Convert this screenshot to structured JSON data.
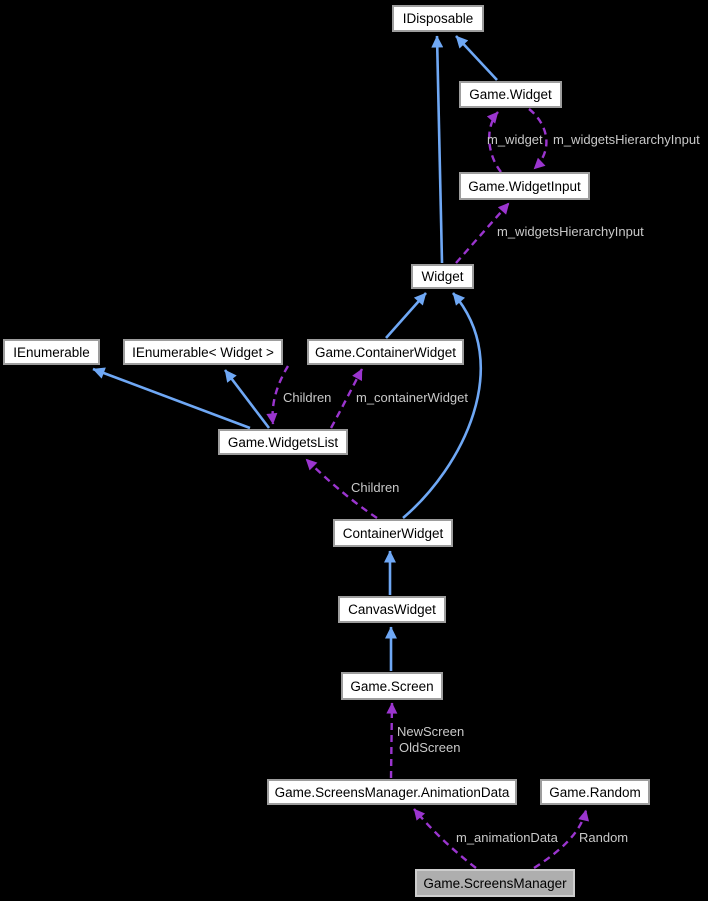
{
  "diagram": {
    "type": "collaboration-diagram",
    "focus_node": "Game.ScreensManager",
    "background_color": "#000000",
    "colors": {
      "inheritance_edge_blue": "#6fa8f5",
      "collaboration_edge_purple": "#9b35cf",
      "edge_label_gray": "#c9c9c9",
      "node_fill": "#ffffff",
      "node_border": "#9d9d9d",
      "node_text": "#000000",
      "highlight_node_fill": "#aeaeae",
      "highlight_node_border": "#cdcdcd"
    },
    "nodes": [
      {
        "id": "idisposable",
        "label": "IDisposable"
      },
      {
        "id": "game-widget",
        "label": "Game.Widget"
      },
      {
        "id": "game-widgetinput",
        "label": "Game.WidgetInput"
      },
      {
        "id": "widget",
        "label": "Widget"
      },
      {
        "id": "ienumerable",
        "label": "IEnumerable"
      },
      {
        "id": "ienumerable-widget",
        "label": "IEnumerable< Widget >"
      },
      {
        "id": "game-containerwidget",
        "label": "Game.ContainerWidget"
      },
      {
        "id": "game-widgetslist",
        "label": "Game.WidgetsList"
      },
      {
        "id": "containerwidget",
        "label": "ContainerWidget"
      },
      {
        "id": "canvaswidget",
        "label": "CanvasWidget"
      },
      {
        "id": "game-screen",
        "label": "Game.Screen"
      },
      {
        "id": "game-screensmanager-animationdata",
        "label": "Game.ScreensManager.AnimationData"
      },
      {
        "id": "game-random",
        "label": "Game.Random"
      },
      {
        "id": "game-screensmanager",
        "label": "Game.ScreensManager"
      }
    ],
    "edge_labels": [
      {
        "text": "m_widget"
      },
      {
        "text": "m_widgetsHierarchyInput"
      },
      {
        "text": "m_widgetsHierarchyInput"
      },
      {
        "text": "Children"
      },
      {
        "text": "m_containerWidget"
      },
      {
        "text": "Children"
      },
      {
        "text": "NewScreen"
      },
      {
        "text": "OldScreen"
      },
      {
        "text": "m_animationData"
      },
      {
        "text": "Random"
      }
    ],
    "edges": [
      {
        "from": "Widget",
        "to": "IDisposable",
        "kind": "inheritance"
      },
      {
        "from": "Game.Widget",
        "to": "IDisposable",
        "kind": "inheritance"
      },
      {
        "from": "Game.WidgetInput",
        "to": "Game.Widget",
        "kind": "usage",
        "label": "m_widget"
      },
      {
        "from": "Game.Widget",
        "to": "Game.WidgetInput",
        "kind": "usage",
        "label": "m_widgetsHierarchyInput"
      },
      {
        "from": "Widget",
        "to": "Game.WidgetInput",
        "kind": "usage",
        "label": "m_widgetsHierarchyInput"
      },
      {
        "from": "Game.ContainerWidget",
        "to": "Widget",
        "kind": "inheritance"
      },
      {
        "from": "ContainerWidget",
        "to": "Widget",
        "kind": "inheritance"
      },
      {
        "from": "Game.WidgetsList",
        "to": "IEnumerable",
        "kind": "inheritance"
      },
      {
        "from": "Game.WidgetsList",
        "to": "IEnumerable< Widget >",
        "kind": "inheritance"
      },
      {
        "from": "Game.ContainerWidget",
        "to": "Game.WidgetsList",
        "kind": "usage",
        "label": "Children"
      },
      {
        "from": "Game.WidgetsList",
        "to": "Game.ContainerWidget",
        "kind": "usage",
        "label": "m_containerWidget"
      },
      {
        "from": "ContainerWidget",
        "to": "Game.WidgetsList",
        "kind": "usage",
        "label": "Children"
      },
      {
        "from": "CanvasWidget",
        "to": "ContainerWidget",
        "kind": "inheritance"
      },
      {
        "from": "Game.Screen",
        "to": "CanvasWidget",
        "kind": "inheritance"
      },
      {
        "from": "Game.ScreensManager.AnimationData",
        "to": "Game.Screen",
        "kind": "usage",
        "label": "NewScreen OldScreen"
      },
      {
        "from": "Game.ScreensManager",
        "to": "Game.ScreensManager.AnimationData",
        "kind": "usage",
        "label": "m_animationData"
      },
      {
        "from": "Game.ScreensManager",
        "to": "Game.Random",
        "kind": "usage",
        "label": "Random"
      }
    ]
  }
}
